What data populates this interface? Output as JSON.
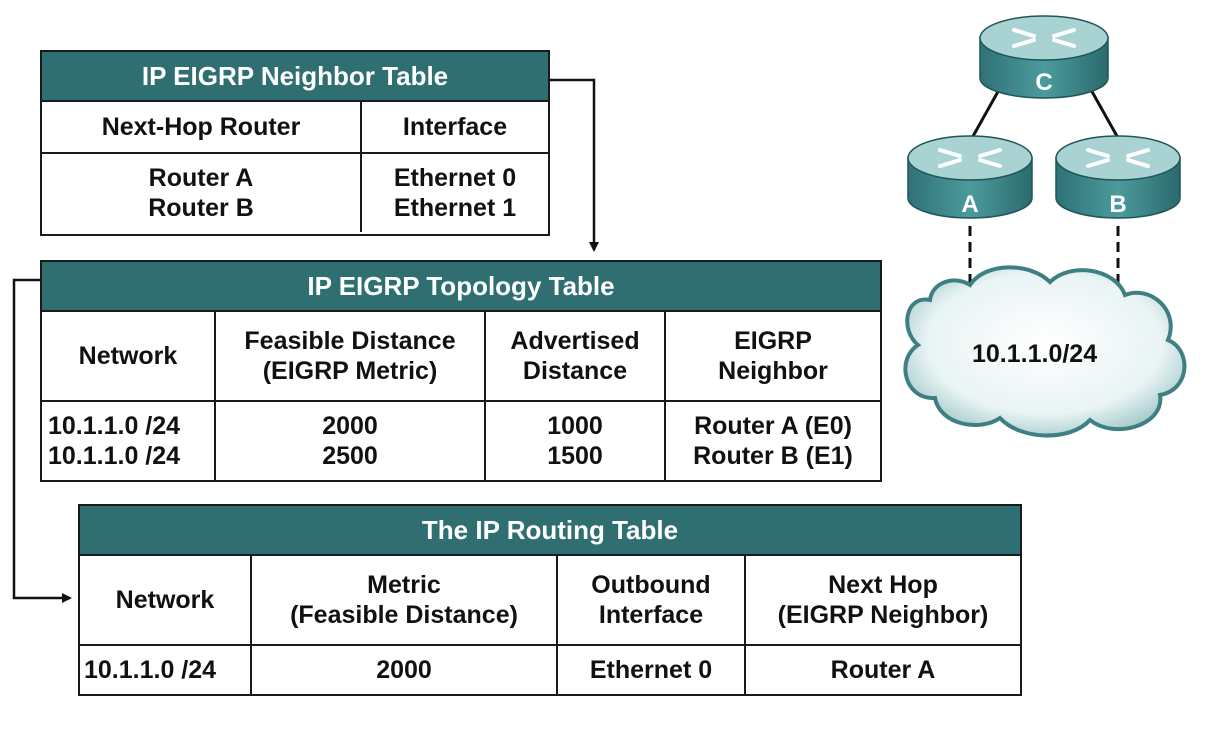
{
  "neighbor_table": {
    "title": "IP EIGRP Neighbor Table",
    "headers": [
      "Next-Hop Router",
      "Interface"
    ],
    "rows": [
      [
        "Router A",
        "Ethernet 0"
      ],
      [
        "Router B",
        "Ethernet 1"
      ]
    ]
  },
  "topology_table": {
    "title": "IP EIGRP Topology Table",
    "headers": [
      [
        "Network"
      ],
      [
        "Feasible Distance",
        "(EIGRP Metric)"
      ],
      [
        "Advertised",
        "Distance"
      ],
      [
        "EIGRP",
        "Neighbor"
      ]
    ],
    "rows": [
      [
        "10.1.1.0 /24",
        "2000",
        "1000",
        "Router A (E0)"
      ],
      [
        "10.1.1.0 /24",
        "2500",
        "1500",
        "Router B (E1)"
      ]
    ]
  },
  "routing_table": {
    "title": "The IP Routing Table",
    "headers": [
      [
        "Network"
      ],
      [
        "Metric",
        "(Feasible Distance)"
      ],
      [
        "Outbound",
        "Interface"
      ],
      [
        "Next Hop",
        "(EIGRP Neighbor)"
      ]
    ],
    "rows": [
      [
        "10.1.1.0 /24",
        "2000",
        "Ethernet 0",
        "Router A"
      ]
    ]
  },
  "topology_diagram": {
    "routers": [
      "C",
      "A",
      "B"
    ],
    "network": "10.1.1.0/24"
  },
  "colors": {
    "header_fill": "#2f6f72",
    "router_body": "#3f8a8e",
    "router_top": "#a9d3d3",
    "cloud_fill": "#eef6f6",
    "cloud_edge": "#3d7f82"
  }
}
